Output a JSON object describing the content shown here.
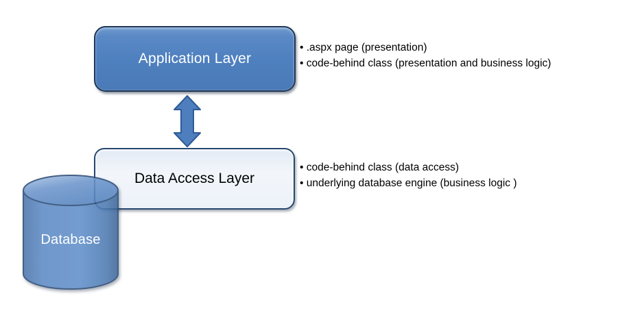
{
  "diagram": {
    "app_box": {
      "label": "Application Layer"
    },
    "app_bullets": [
      ".aspx page (presentation)",
      "code-behind class (presentation and business logic)"
    ],
    "da_box": {
      "label": "Data Access Layer"
    },
    "da_bullets": [
      "code-behind class (data access)",
      "underlying database engine (business logic )"
    ],
    "database": {
      "label": "Database"
    },
    "colors": {
      "box_blue_fill": "#4f80bf",
      "box_border_dark": "#1e3757",
      "light_box_fill": "#eef2f9",
      "light_box_border": "#26476f",
      "arrow_fill": "#4e7ebd",
      "arrow_stroke": "#2d5a95",
      "cylinder_fill": "#5586c3",
      "cylinder_stroke": "#2b4a74",
      "text_on_blue": "#ffffff",
      "text_dark": "#000000"
    }
  }
}
